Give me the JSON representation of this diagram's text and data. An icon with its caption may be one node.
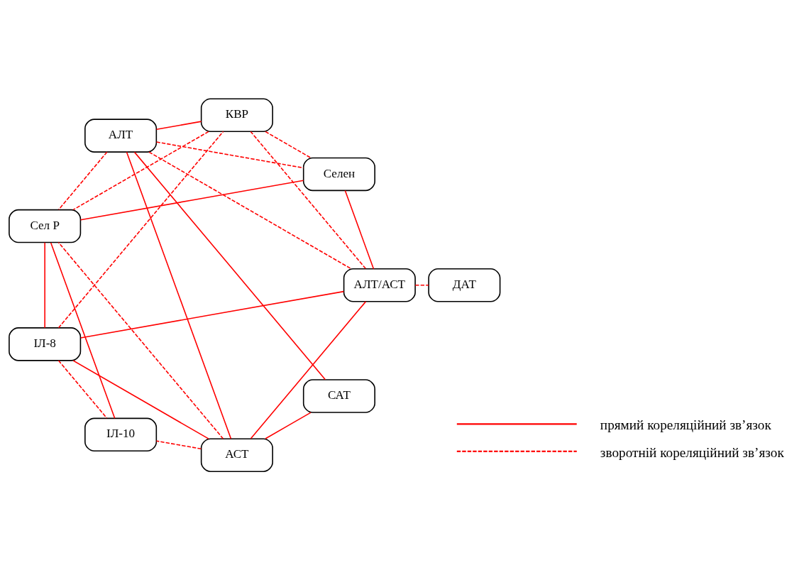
{
  "diagram": {
    "nodes": [
      {
        "text": [
          "АСТ"
        ]
      },
      {
        "text": [
          "АЛТ"
        ]
      },
      {
        "text": [
          "АЛТ/АСТ"
        ]
      },
      {
        "text": [
          "САТ"
        ]
      },
      {
        "text": [
          "ІЛ-8"
        ]
      },
      {
        "text": [
          "ДАТ"
        ]
      },
      {
        "text": [
          "ІЛ-10"
        ]
      },
      {
        "text": [
          "КВР"
        ]
      },
      {
        "text": [
          "Сел Р"
        ]
      },
      {
        "text": [
          "Селен"
        ]
      }
    ],
    "edges": [
      {
        "from": 0,
        "to": 1,
        "arrow": "none"
      },
      {
        "from": 0,
        "to": 2,
        "arrow": "none"
      },
      {
        "from": 0,
        "to": 3,
        "arrow": "none"
      },
      {
        "from": 0,
        "to": 4,
        "arrow": "none"
      },
      {
        "from": 0,
        "to": 6,
        "arrow": "none",
        "style": "dashed"
      },
      {
        "from": 0,
        "to": 8,
        "arrow": "none",
        "style": "dashed"
      },
      {
        "from": 1,
        "to": 2,
        "arrow": "none",
        "style": "dashed"
      },
      {
        "from": 1,
        "to": 3,
        "arrow": "none"
      },
      {
        "from": 1,
        "to": 7,
        "arrow": "none"
      },
      {
        "from": 1,
        "to": 8,
        "arrow": "none",
        "style": "dashed"
      },
      {
        "from": 1,
        "to": 9,
        "arrow": "none",
        "style": "dashed"
      },
      {
        "from": 2,
        "to": 4,
        "arrow": "none"
      },
      {
        "from": 2,
        "to": 5,
        "arrow": "none",
        "style": "dashed"
      },
      {
        "from": 2,
        "to": 7,
        "arrow": "none",
        "style": "dashed"
      },
      {
        "from": 2,
        "to": 9,
        "arrow": "none"
      },
      {
        "from": 4,
        "to": 6,
        "arrow": "none",
        "style": "dashed"
      },
      {
        "from": 4,
        "to": 7,
        "arrow": "none",
        "style": "dashed"
      },
      {
        "from": 4,
        "to": 8,
        "arrow": "none"
      },
      {
        "from": 6,
        "to": 8,
        "arrow": "none"
      },
      {
        "from": 7,
        "to": 8,
        "arrow": "none",
        "style": "dashed"
      },
      {
        "from": 7,
        "to": 9,
        "arrow": "none",
        "style": "dashed"
      },
      {
        "from": 8,
        "to": 9,
        "arrow": "none"
      }
    ],
    "legend": [
      {
        "text": "прямий кореляційний зв’язок"
      },
      {
        "text": "зворотній кореляційний зв’язок"
      }
    ]
  }
}
